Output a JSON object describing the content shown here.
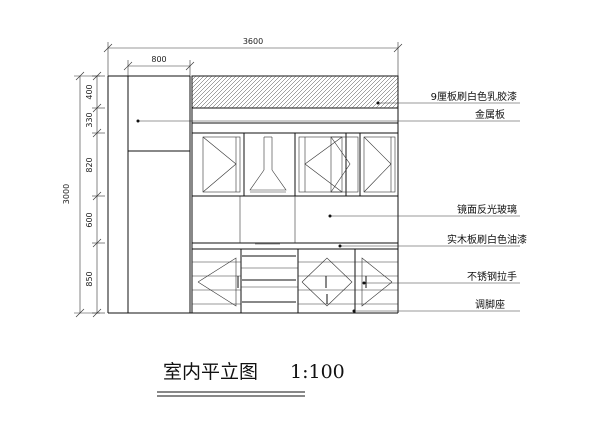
{
  "dimensions": {
    "overall_width": "3600",
    "column_width": "800",
    "overall_height": "3000",
    "segments": [
      "400",
      "330",
      "820",
      "600",
      "850"
    ]
  },
  "annotations": [
    "9厘板刷白色乳胶漆",
    "金属板",
    "镜面反光玻璃",
    "实木板刷白色油漆",
    "不锈钢拉手",
    "调脚座"
  ],
  "title": {
    "text": "室内平立图",
    "scale": "1:100"
  },
  "colors": {
    "line": "#111111",
    "background": "#ffffff"
  }
}
